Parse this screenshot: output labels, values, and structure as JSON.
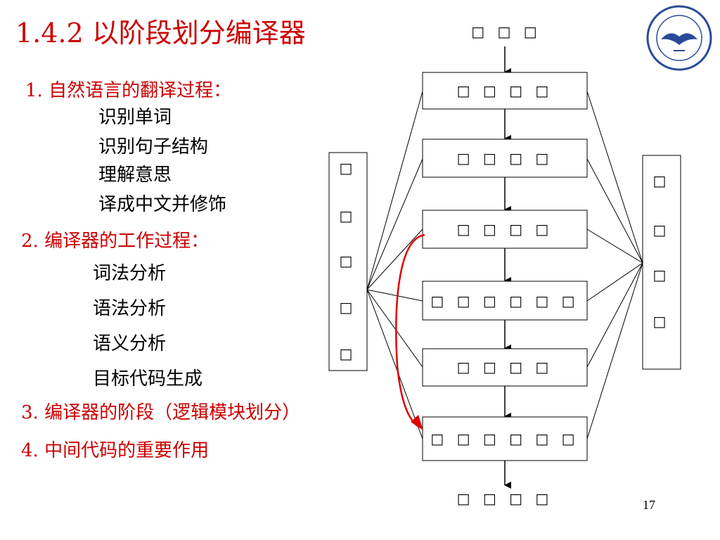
{
  "slide": {
    "title": "1.4.2  以阶段划分编译器",
    "page_number": "17"
  },
  "items": [
    {
      "label": "1. 自然语言的翻译过程：",
      "subs": [
        "识别单词",
        "识别句子结构",
        "理解意思",
        "译成中文并修饰"
      ]
    },
    {
      "label": "2. 编译器的工作过程：",
      "subs": [
        "词法分析",
        "语法分析",
        "语义分析",
        "目标代码生成"
      ]
    },
    {
      "label": "3. 编译器的阶段（逻辑模块划分）",
      "subs": []
    },
    {
      "label": "4. 中间代码的重要作用",
      "subs": []
    }
  ],
  "diagram": {
    "input_label": "□ □ □",
    "output_label": "□ □ □ □",
    "phases": [
      "□ □ □ □",
      "□ □ □ □",
      "□ □ □ □",
      "□ □ □ □ □ □",
      "□ □ □ □",
      "□ □ □ □ □ □"
    ],
    "left_side_box": [
      "□",
      "□",
      "□",
      "□",
      "□"
    ],
    "right_side_box": [
      "□",
      "□",
      "□",
      "□"
    ],
    "arrow_color": "#e00000"
  },
  "colors": {
    "accent": "#cc0000",
    "text": "#000000",
    "logo": "#2a4a9a"
  }
}
